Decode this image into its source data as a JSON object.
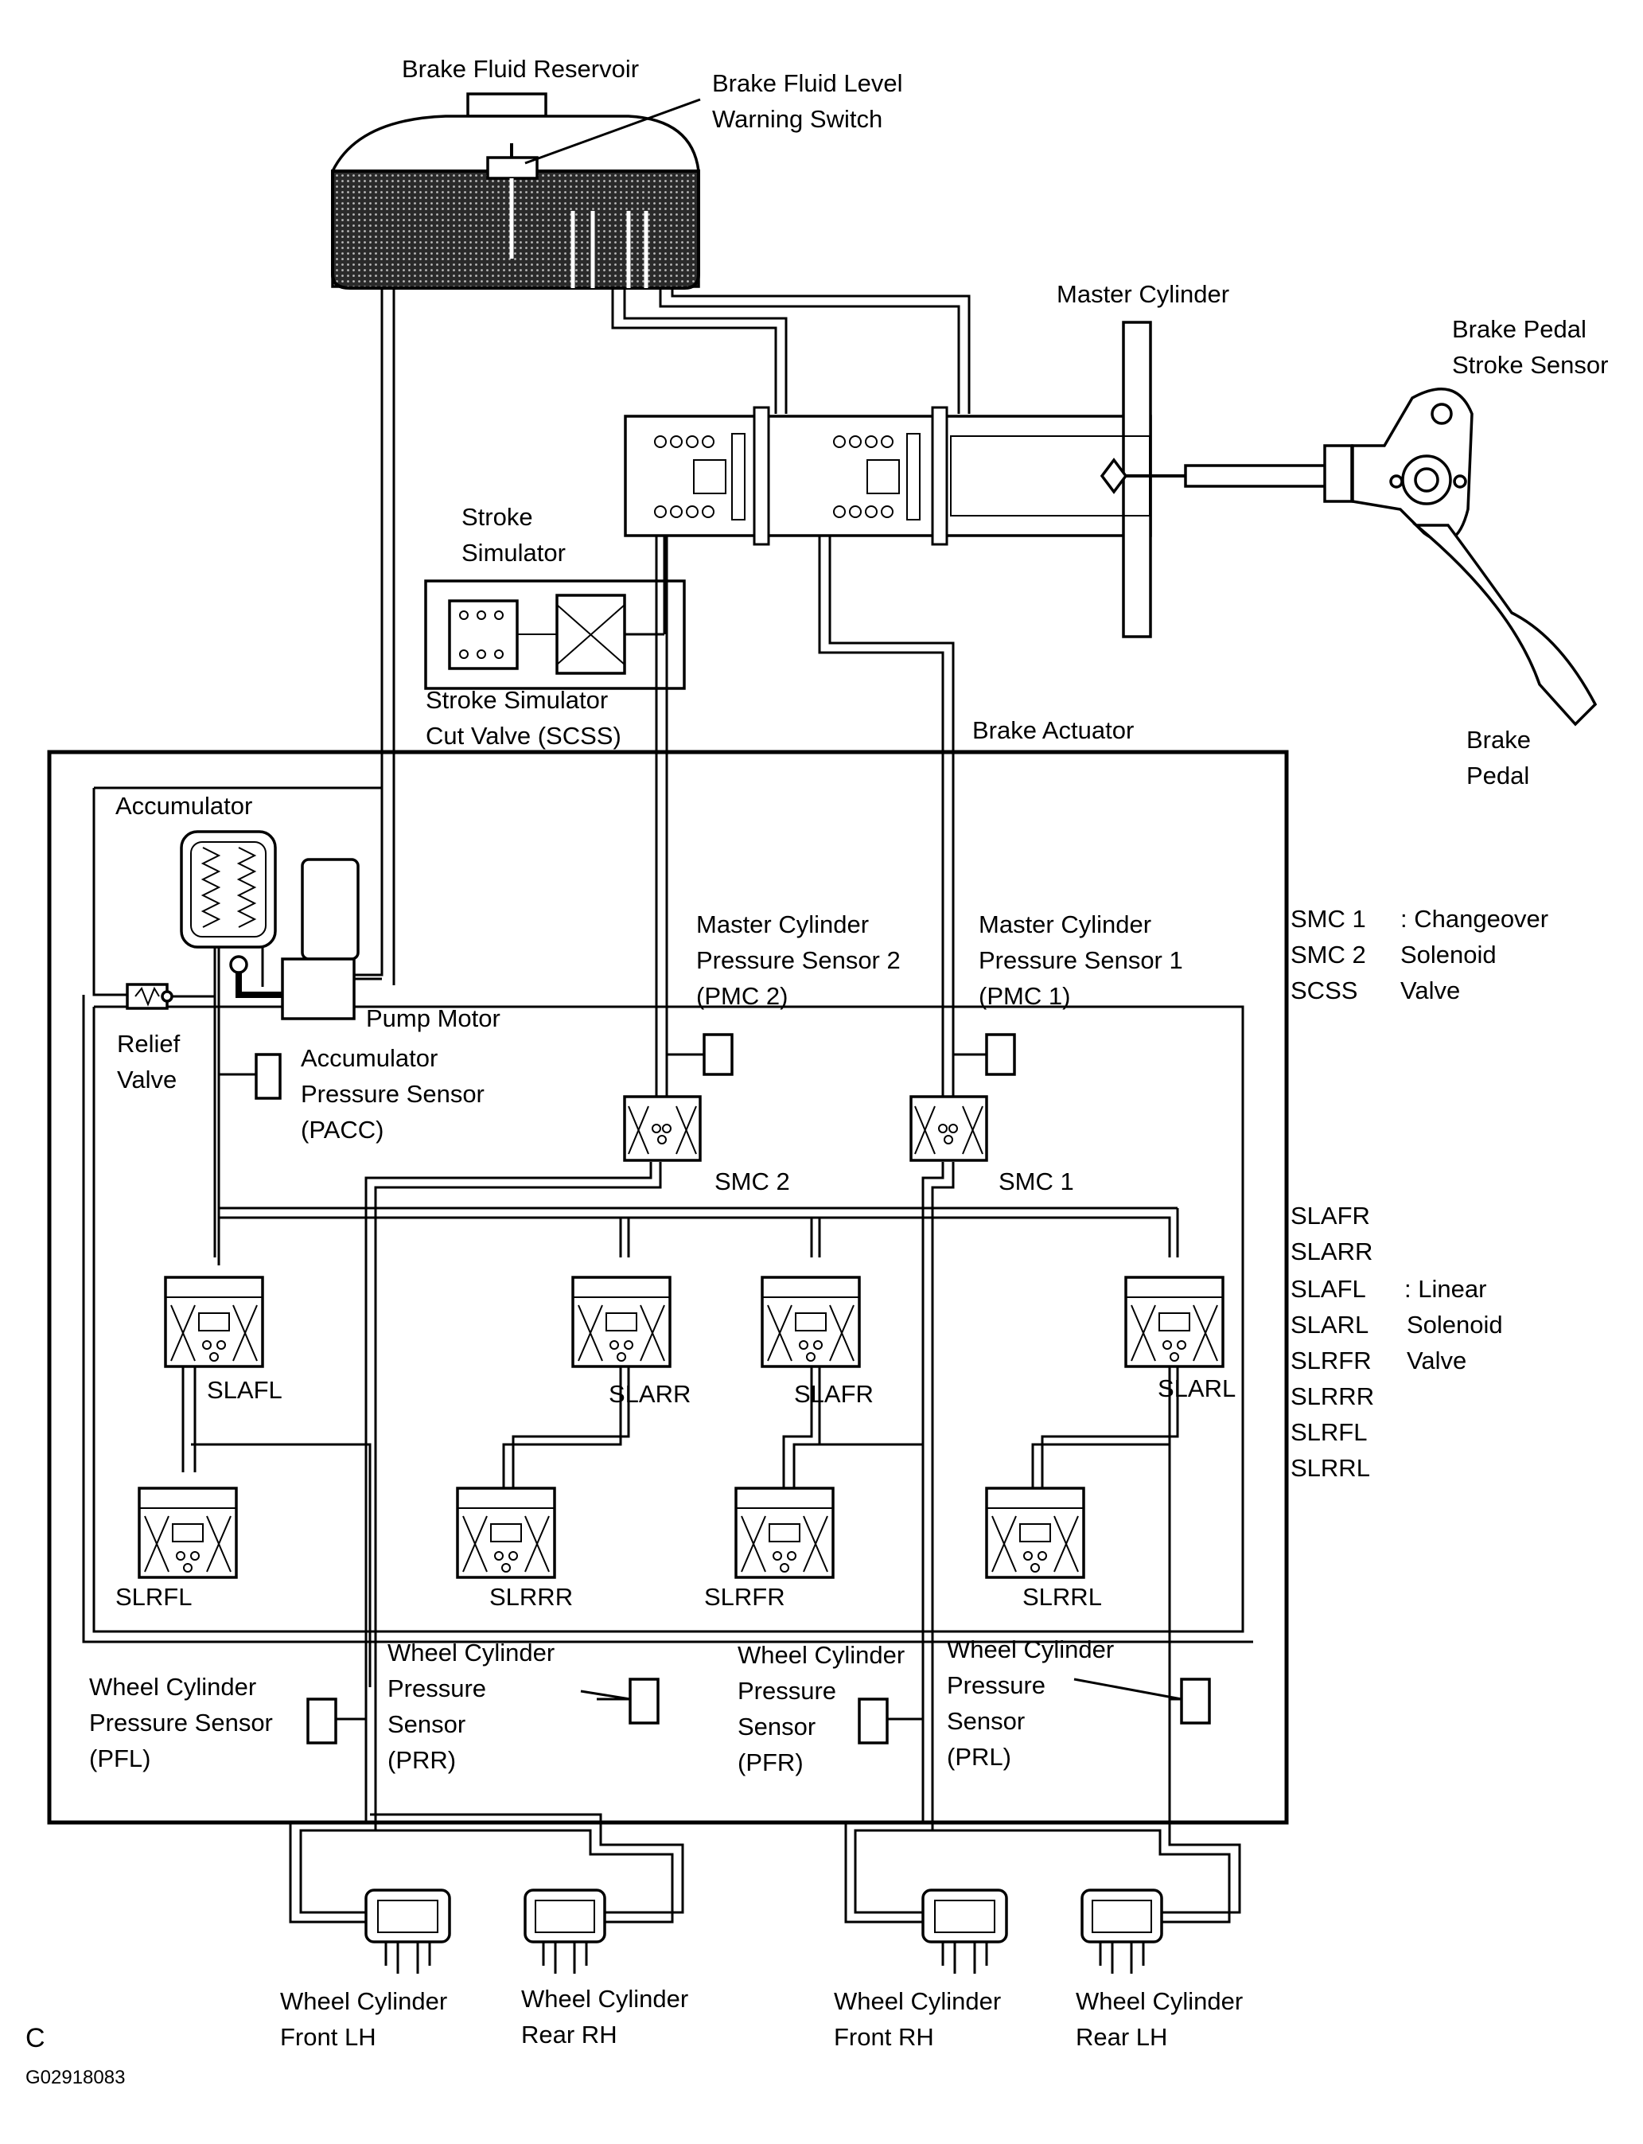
{
  "labels": {
    "brake_fluid_reservoir": "Brake Fluid Reservoir",
    "level_switch_1": "Brake Fluid Level",
    "level_switch_2": "Warning Switch",
    "master_cylinder": "Master Cylinder",
    "pedal_stroke_sensor_1": "Brake Pedal",
    "pedal_stroke_sensor_2": "Stroke Sensor",
    "stroke_simulator_1": "Stroke",
    "stroke_simulator_2": "Simulator",
    "scss_1": "Stroke Simulator",
    "scss_2": "Cut Valve (SCSS)",
    "brake_actuator": "Brake Actuator",
    "brake_pedal_1": "Brake",
    "brake_pedal_2": "Pedal",
    "accumulator": "Accumulator",
    "pump_motor": "Pump Motor",
    "relief_valve_1": "Relief",
    "relief_valve_2": "Valve",
    "pacc_1": "Accumulator",
    "pacc_2": "Pressure Sensor",
    "pacc_3": "(PACC)",
    "pmc2_1": "Master Cylinder",
    "pmc2_2": "Pressure Sensor 2",
    "pmc2_3": "(PMC 2)",
    "pmc1_1": "Master Cylinder",
    "pmc1_2": "Pressure Sensor 1",
    "pmc1_3": "(PMC 1)",
    "smc2": "SMC 2",
    "smc1": "SMC 1",
    "slafl": "SLAFL",
    "slarr": "SLARR",
    "slafr": "SLAFR",
    "slarl": "SLARL",
    "slrfl": "SLRFL",
    "slrrr": "SLRRR",
    "slrfr": "SLRFR",
    "slrrl": "SLRRL",
    "pfl_1": "Wheel Cylinder",
    "pfl_2": "Pressure Sensor",
    "pfl_3": "(PFL)",
    "prr_1": "Wheel Cylinder",
    "prr_2": "Pressure",
    "prr_3": "Sensor",
    "prr_4": "(PRR)",
    "pfr_1": "Wheel Cylinder",
    "pfr_2": "Pressure",
    "pfr_3": "Sensor",
    "pfr_4": "(PFR)",
    "prl_1": "Wheel Cylinder",
    "prl_2": "Pressure",
    "prl_3": "Sensor",
    "prl_4": "(PRL)",
    "wc_flh_1": "Wheel Cylinder",
    "wc_flh_2": "Front LH",
    "wc_rrh_1": "Wheel Cylinder",
    "wc_rrh_2": "Rear RH",
    "wc_frh_1": "Wheel Cylinder",
    "wc_frh_2": "Front RH",
    "wc_rlh_1": "Wheel Cylinder",
    "wc_rlh_2": "Rear LH",
    "corner_letter": "C",
    "figure_id": "G02918083"
  },
  "legend": {
    "changeover_codes": [
      "SMC 1",
      "SMC 2",
      "SCSS"
    ],
    "changeover_desc": [
      ": Changeover",
      "Solenoid",
      "Valve"
    ],
    "linear_codes": [
      "SLAFR",
      "SLARR",
      "SLAFL",
      "SLARL",
      "SLRFR",
      "SLRRR",
      "SLRFL",
      "SLRRL"
    ],
    "linear_desc": [
      ": Linear",
      "Solenoid",
      "Valve"
    ]
  },
  "colors": {
    "line": "#000000",
    "background": "#ffffff"
  }
}
